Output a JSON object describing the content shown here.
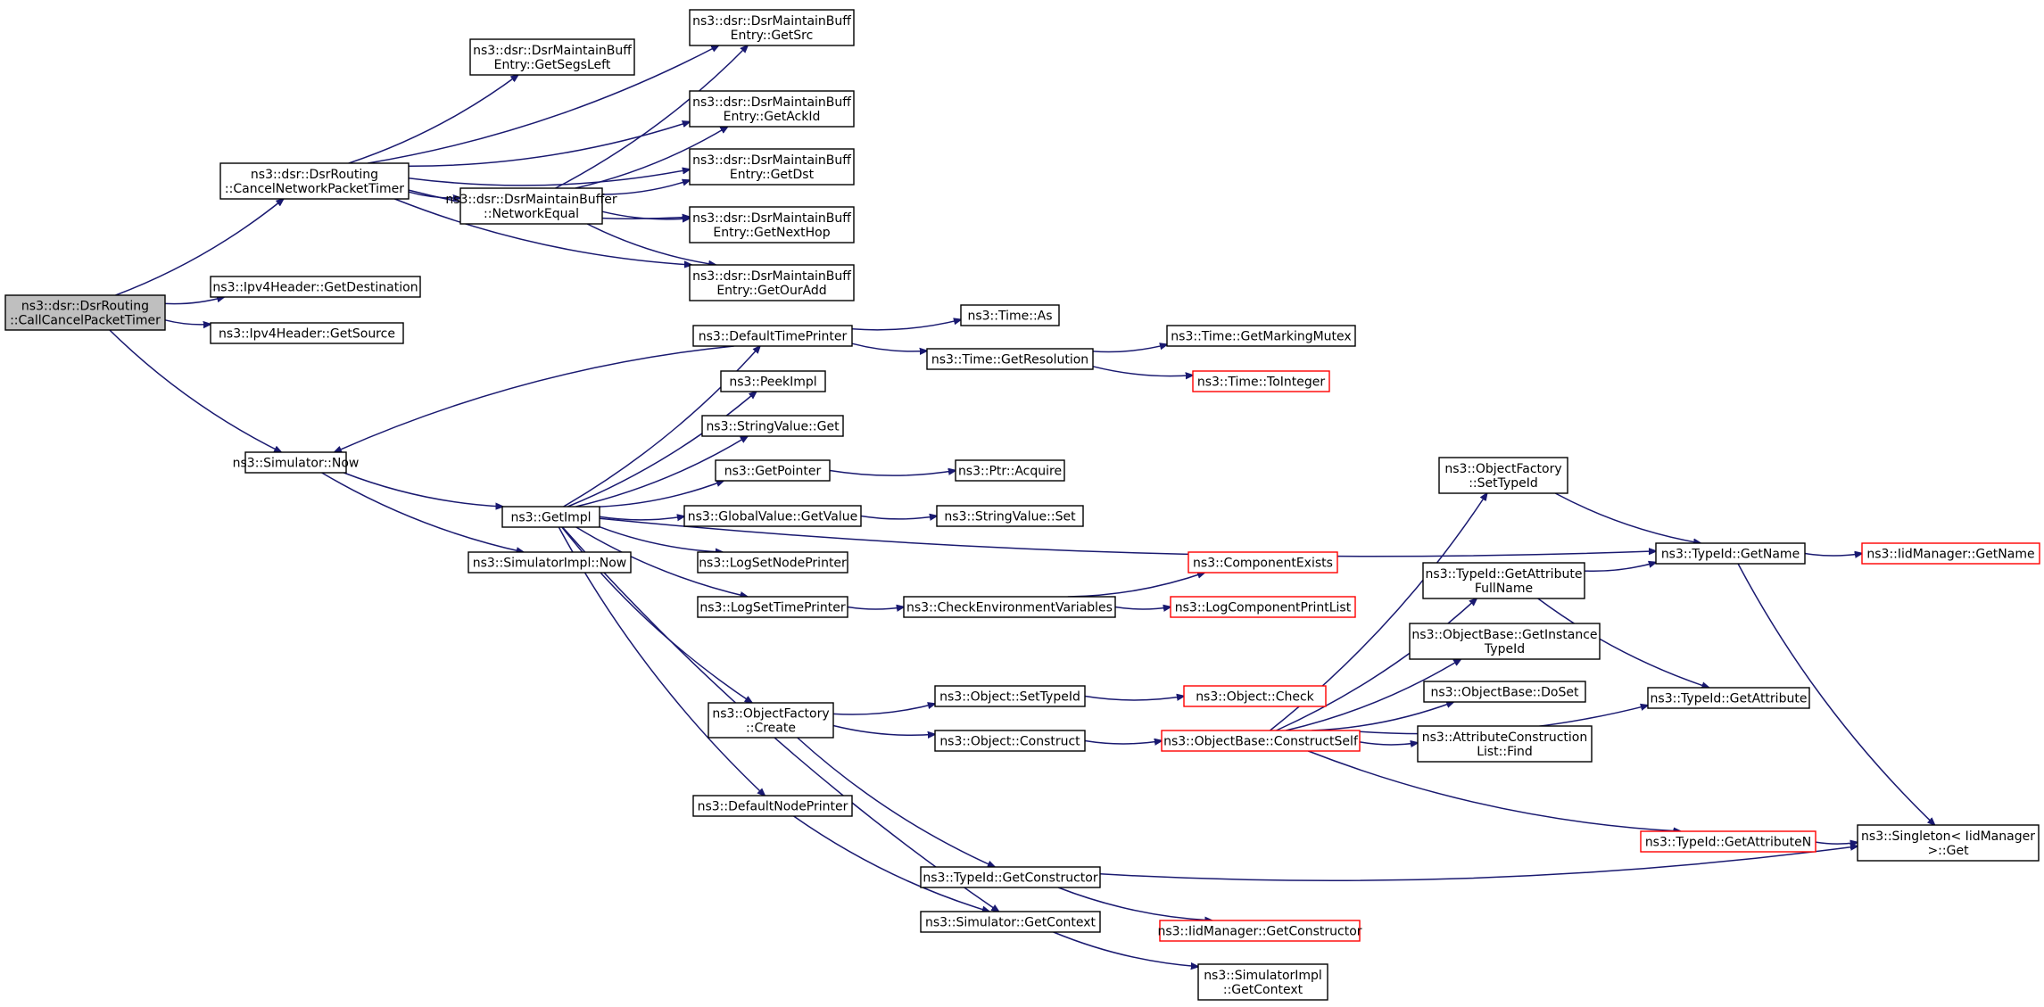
{
  "graph": {
    "nodes": [
      {
        "id": "root",
        "lines": [
          "ns3::dsr::DsrRouting",
          "::CallCancelPacketTimer"
        ],
        "style": "root"
      },
      {
        "id": "cnpt",
        "lines": [
          "ns3::dsr::DsrRouting",
          "::CancelNetworkPacketTimer"
        ],
        "style": "normal"
      },
      {
        "id": "getdest",
        "lines": [
          "ns3::Ipv4Header::GetDestination"
        ],
        "style": "normal"
      },
      {
        "id": "getsource",
        "lines": [
          "ns3::Ipv4Header::GetSource"
        ],
        "style": "normal"
      },
      {
        "id": "simnow",
        "lines": [
          "ns3::Simulator::Now"
        ],
        "style": "normal"
      },
      {
        "id": "segsleft",
        "lines": [
          "ns3::dsr::DsrMaintainBuff",
          "Entry::GetSegsLeft"
        ],
        "style": "normal"
      },
      {
        "id": "getsrc",
        "lines": [
          "ns3::dsr::DsrMaintainBuff",
          "Entry::GetSrc"
        ],
        "style": "normal"
      },
      {
        "id": "ackid",
        "lines": [
          "ns3::dsr::DsrMaintainBuff",
          "Entry::GetAckId"
        ],
        "style": "normal"
      },
      {
        "id": "getdst",
        "lines": [
          "ns3::dsr::DsrMaintainBuff",
          "Entry::GetDst"
        ],
        "style": "normal"
      },
      {
        "id": "nexthop",
        "lines": [
          "ns3::dsr::DsrMaintainBuff",
          "Entry::GetNextHop"
        ],
        "style": "normal"
      },
      {
        "id": "ouradd",
        "lines": [
          "ns3::dsr::DsrMaintainBuff",
          "Entry::GetOurAdd"
        ],
        "style": "normal"
      },
      {
        "id": "neteq",
        "lines": [
          "ns3::dsr::DsrMaintainBuffer",
          "::NetworkEqual"
        ],
        "style": "normal"
      },
      {
        "id": "getimpl",
        "lines": [
          "ns3::GetImpl"
        ],
        "style": "normal"
      },
      {
        "id": "simimplnow",
        "lines": [
          "ns3::SimulatorImpl::Now"
        ],
        "style": "normal"
      },
      {
        "id": "dtp",
        "lines": [
          "ns3::DefaultTimePrinter"
        ],
        "style": "normal"
      },
      {
        "id": "peekimpl",
        "lines": [
          "ns3::PeekImpl"
        ],
        "style": "normal"
      },
      {
        "id": "svget",
        "lines": [
          "ns3::StringValue::Get"
        ],
        "style": "normal"
      },
      {
        "id": "getpointer",
        "lines": [
          "ns3::GetPointer"
        ],
        "style": "normal"
      },
      {
        "id": "gvgetvalue",
        "lines": [
          "ns3::GlobalValue::GetValue"
        ],
        "style": "normal"
      },
      {
        "id": "lsnp",
        "lines": [
          "ns3::LogSetNodePrinter"
        ],
        "style": "normal"
      },
      {
        "id": "lstp",
        "lines": [
          "ns3::LogSetTimePrinter"
        ],
        "style": "normal"
      },
      {
        "id": "ofcreate",
        "lines": [
          "ns3::ObjectFactory",
          "::Create"
        ],
        "style": "normal"
      },
      {
        "id": "dnp",
        "lines": [
          "ns3::DefaultNodePrinter"
        ],
        "style": "normal"
      },
      {
        "id": "timeas",
        "lines": [
          "ns3::Time::As"
        ],
        "style": "normal"
      },
      {
        "id": "getres",
        "lines": [
          "ns3::Time::GetResolution"
        ],
        "style": "normal"
      },
      {
        "id": "markmutex",
        "lines": [
          "ns3::Time::GetMarkingMutex"
        ],
        "style": "normal"
      },
      {
        "id": "toint",
        "lines": [
          "ns3::Time::ToInteger"
        ],
        "style": "red"
      },
      {
        "id": "ptracquire",
        "lines": [
          "ns3::Ptr::Acquire"
        ],
        "style": "normal"
      },
      {
        "id": "svset",
        "lines": [
          "ns3::StringValue::Set"
        ],
        "style": "normal"
      },
      {
        "id": "checkenv",
        "lines": [
          "ns3::CheckEnvironmentVariables"
        ],
        "style": "normal"
      },
      {
        "id": "compexists",
        "lines": [
          "ns3::ComponentExists"
        ],
        "style": "red"
      },
      {
        "id": "logcomp",
        "lines": [
          "ns3::LogComponentPrintList"
        ],
        "style": "red"
      },
      {
        "id": "objsettid",
        "lines": [
          "ns3::Object::SetTypeId"
        ],
        "style": "normal"
      },
      {
        "id": "objconstruct",
        "lines": [
          "ns3::Object::Construct"
        ],
        "style": "normal"
      },
      {
        "id": "objcheck",
        "lines": [
          "ns3::Object::Check"
        ],
        "style": "red"
      },
      {
        "id": "constructself",
        "lines": [
          "ns3::ObjectBase::ConstructSelf"
        ],
        "style": "red"
      },
      {
        "id": "getctor",
        "lines": [
          "ns3::TypeId::GetConstructor"
        ],
        "style": "normal"
      },
      {
        "id": "simgetctx",
        "lines": [
          "ns3::Simulator::GetContext"
        ],
        "style": "normal"
      },
      {
        "id": "iidgetctor",
        "lines": [
          "ns3::IidManager::GetConstructor"
        ],
        "style": "red"
      },
      {
        "id": "simimplctx",
        "lines": [
          "ns3::SimulatorImpl",
          "::GetContext"
        ],
        "style": "normal"
      },
      {
        "id": "ofsettid",
        "lines": [
          "ns3::ObjectFactory",
          "::SetTypeId"
        ],
        "style": "normal"
      },
      {
        "id": "tidgetname",
        "lines": [
          "ns3::TypeId::GetName"
        ],
        "style": "normal"
      },
      {
        "id": "iidgetname",
        "lines": [
          "ns3::IidManager::GetName"
        ],
        "style": "red"
      },
      {
        "id": "attrfull",
        "lines": [
          "ns3::TypeId::GetAttribute",
          "FullName"
        ],
        "style": "normal"
      },
      {
        "id": "instancetid",
        "lines": [
          "ns3::ObjectBase::GetInstance",
          "TypeId"
        ],
        "style": "normal"
      },
      {
        "id": "doset",
        "lines": [
          "ns3::ObjectBase::DoSet"
        ],
        "style": "normal"
      },
      {
        "id": "aclfind",
        "lines": [
          "ns3::AttributeConstruction",
          "List::Find"
        ],
        "style": "normal"
      },
      {
        "id": "tidgetattr",
        "lines": [
          "ns3::TypeId::GetAttribute"
        ],
        "style": "normal"
      },
      {
        "id": "attrn",
        "lines": [
          "ns3::TypeId::GetAttributeN"
        ],
        "style": "red"
      },
      {
        "id": "singleton",
        "lines": [
          "ns3::Singleton< IidManager",
          " >::Get"
        ],
        "style": "normal"
      }
    ],
    "edges": [
      [
        "root",
        "cnpt"
      ],
      [
        "root",
        "getdest"
      ],
      [
        "root",
        "getsource"
      ],
      [
        "root",
        "simnow"
      ],
      [
        "cnpt",
        "getsrc"
      ],
      [
        "cnpt",
        "segsleft"
      ],
      [
        "cnpt",
        "ackid"
      ],
      [
        "cnpt",
        "getdst"
      ],
      [
        "cnpt",
        "neteq"
      ],
      [
        "cnpt",
        "nexthop"
      ],
      [
        "cnpt",
        "ouradd"
      ],
      [
        "neteq",
        "getsrc"
      ],
      [
        "neteq",
        "ackid"
      ],
      [
        "neteq",
        "getdst"
      ],
      [
        "neteq",
        "nexthop"
      ],
      [
        "neteq",
        "ouradd"
      ],
      [
        "simnow",
        "getimpl"
      ],
      [
        "simnow",
        "simimplnow"
      ],
      [
        "dtp",
        "simnow"
      ],
      [
        "dtp",
        "timeas"
      ],
      [
        "dtp",
        "getres"
      ],
      [
        "getres",
        "markmutex"
      ],
      [
        "getres",
        "toint"
      ],
      [
        "getimpl",
        "dtp"
      ],
      [
        "getimpl",
        "peekimpl"
      ],
      [
        "getimpl",
        "svget"
      ],
      [
        "getimpl",
        "getpointer"
      ],
      [
        "getimpl",
        "gvgetvalue"
      ],
      [
        "getimpl",
        "lsnp"
      ],
      [
        "getimpl",
        "lstp"
      ],
      [
        "getimpl",
        "tidgetname"
      ],
      [
        "getimpl",
        "ofcreate"
      ],
      [
        "getimpl",
        "dnp"
      ],
      [
        "getimpl",
        "simgetctx"
      ],
      [
        "getpointer",
        "ptracquire"
      ],
      [
        "gvgetvalue",
        "svset"
      ],
      [
        "lstp",
        "checkenv"
      ],
      [
        "checkenv",
        "compexists"
      ],
      [
        "checkenv",
        "logcomp"
      ],
      [
        "ofcreate",
        "objsettid"
      ],
      [
        "ofcreate",
        "objconstruct"
      ],
      [
        "ofcreate",
        "getctor"
      ],
      [
        "objsettid",
        "objcheck"
      ],
      [
        "objconstruct",
        "constructself"
      ],
      [
        "constructself",
        "ofsettid"
      ],
      [
        "constructself",
        "attrfull"
      ],
      [
        "constructself",
        "instancetid"
      ],
      [
        "constructself",
        "doset"
      ],
      [
        "constructself",
        "aclfind"
      ],
      [
        "constructself",
        "tidgetattr"
      ],
      [
        "constructself",
        "attrn"
      ],
      [
        "ofsettid",
        "tidgetname"
      ],
      [
        "attrfull",
        "tidgetname"
      ],
      [
        "attrfull",
        "tidgetattr"
      ],
      [
        "tidgetname",
        "iidgetname"
      ],
      [
        "tidgetname",
        "singleton"
      ],
      [
        "attrn",
        "singleton"
      ],
      [
        "getctor",
        "singleton"
      ],
      [
        "getctor",
        "iidgetctor"
      ],
      [
        "dnp",
        "simgetctx"
      ],
      [
        "simgetctx",
        "simimplctx"
      ]
    ]
  }
}
